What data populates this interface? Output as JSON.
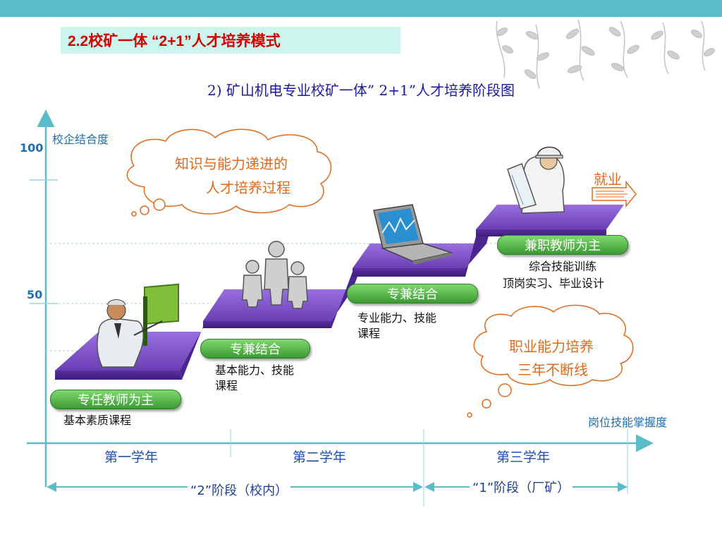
{
  "slide_title": "2.2校矿一体 “2+1”人才培养模式",
  "diagram_title": "2) 矿山机电专业校矿一体” 2+1”人才培养阶段图",
  "y_axis": {
    "label": "校企结合度",
    "ticks": [
      "100",
      "50"
    ]
  },
  "x_axis": {
    "label": "岗位技能掌握度"
  },
  "thoughts": {
    "top_line1": "知识与能力递进的",
    "top_line2": "人才培养过程",
    "bottom_line1": "职业能力培养",
    "bottom_line2": "三年不断线"
  },
  "steps": [
    {
      "badge": "专任教师为主",
      "course_line1": "基本素质课程",
      "course_line2": ""
    },
    {
      "badge": "专兼结合",
      "course_line1": "基本能力、技能",
      "course_line2": "课程"
    },
    {
      "badge": "专兼结合",
      "course_line1": "专业能力、技能",
      "course_line2": "课程"
    },
    {
      "badge": "兼职教师为主",
      "course_line1": "综合技能训练",
      "course_line2": "顶岗实习、毕业设计"
    }
  ],
  "employment": "就业",
  "years": [
    "第一学年",
    "第二学年",
    "第三学年"
  ],
  "phases": [
    "“2”阶段（校内）",
    "“1”阶段（厂矿）"
  ],
  "colors": {
    "topbar": "#5bbcc9",
    "title_bg": "#ccf5ee",
    "title_text": "#d40000",
    "step_purple": "#7b4fc7",
    "axis": "#5bbcc9",
    "badge_green": "#4caf3f",
    "accent_orange": "#e06a1a"
  }
}
